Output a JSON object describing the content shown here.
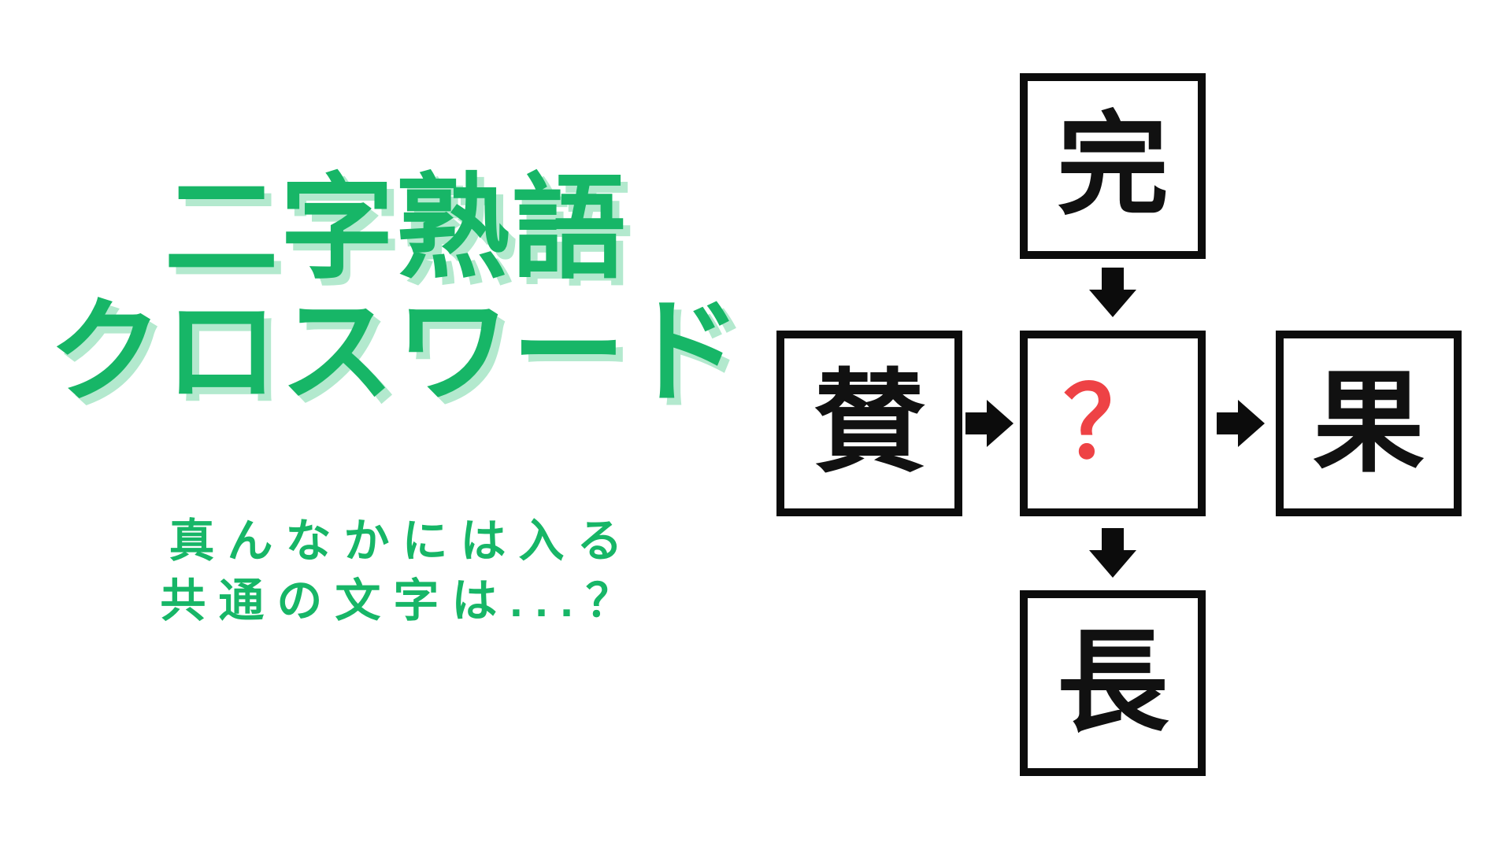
{
  "colors": {
    "background": "#ffffff",
    "title_green": "#17b667",
    "title_shadow_mint": "#b3e9ce",
    "question_red": "#ee4245",
    "ink_black": "#0c0c0c"
  },
  "title": {
    "line1": "二字熟語",
    "line2": "クロスワード"
  },
  "subtitle": {
    "line1": "真んなかには入る",
    "line2": "共通の文字は...？"
  },
  "puzzle": {
    "cells": {
      "top": "完",
      "left": "賛",
      "center": "？",
      "right": "果",
      "bottom": "長"
    },
    "icons": {
      "arrow_down": "block-arrow-down",
      "arrow_right": "block-arrow-right"
    }
  }
}
